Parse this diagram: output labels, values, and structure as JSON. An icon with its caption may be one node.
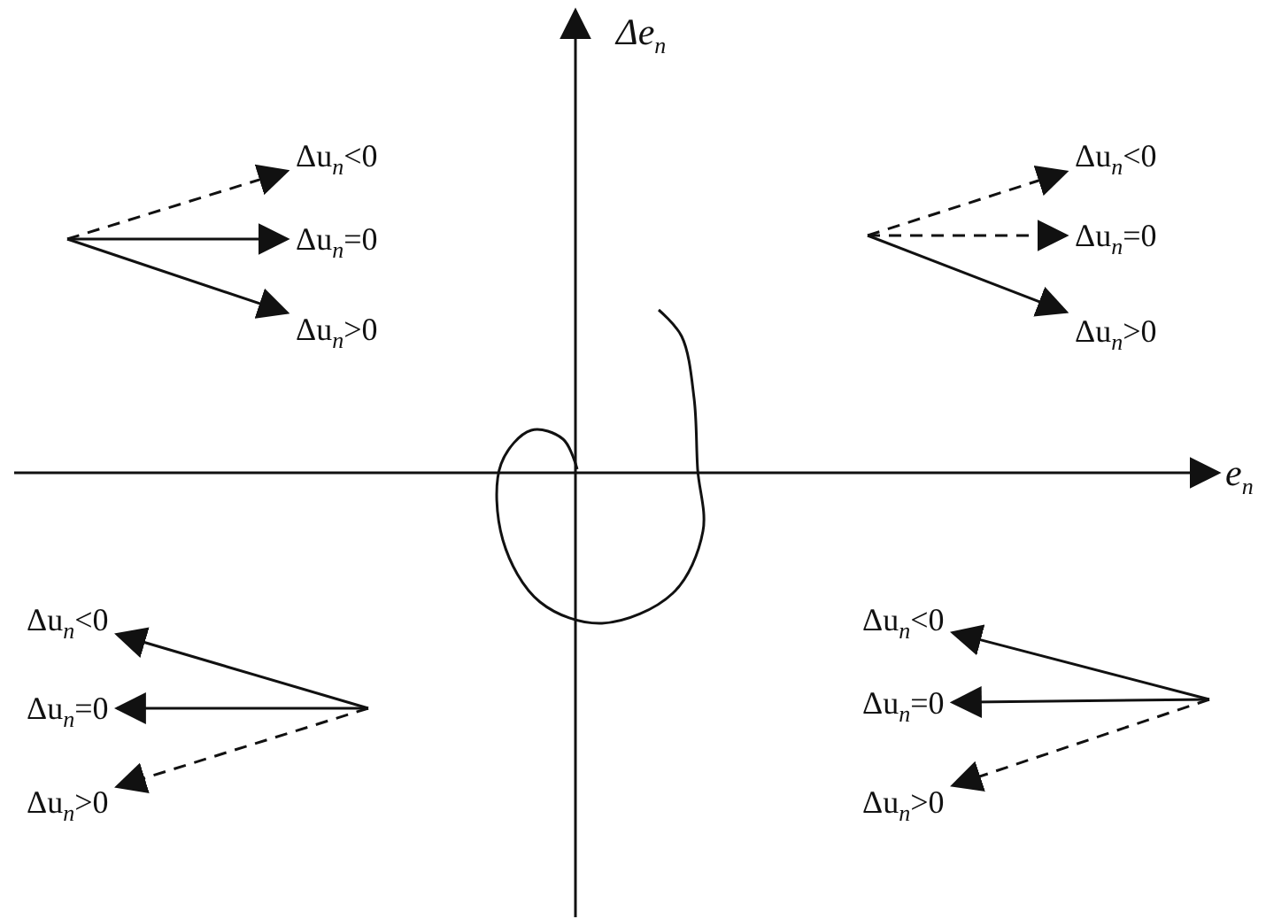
{
  "diagram": {
    "nodes": [
      {
        "text": [
          "Δu$_{n}$<0"
        ]
      },
      {
        "text": [
          "Δu$_{n}$=0"
        ]
      },
      {
        "text": [
          "Δu$_{n}$>0"
        ]
      },
      {
        "text": [
          "Δu$_{n}$<0"
        ]
      },
      {
        "text": [
          "Δu$_{n}$=0"
        ]
      },
      {
        "text": [
          "Δu$_{n}$>0"
        ]
      },
      {
        "text": [
          "Δu$_{n}$<0"
        ]
      },
      {
        "text": [
          "Δu$_{n}$=0"
        ]
      },
      {
        "text": [
          "Δu$_{n}$>0"
        ]
      },
      {
        "text": [
          "Δu$_{n}$<0"
        ]
      },
      {
        "text": [
          "Δu$_{n}$=0"
        ]
      },
      {
        "text": [
          "Δu$_{n}$>0"
        ]
      }
    ],
    "edges": [
      {
        "from": null,
        "to": 0,
        "arrow": "to",
        "style": "dashed"
      },
      {
        "from": null,
        "to": 1,
        "arrow": "to"
      },
      {
        "from": null,
        "to": 2,
        "arrow": "to"
      },
      {
        "from": null,
        "to": 3,
        "arrow": "to",
        "style": "dashed"
      },
      {
        "from": null,
        "to": 4,
        "arrow": "to",
        "style": "dashed"
      },
      {
        "from": null,
        "to": 5,
        "arrow": "to"
      },
      {
        "from": null,
        "to": 6,
        "arrow": "to"
      },
      {
        "from": null,
        "to": 7,
        "arrow": "to"
      },
      {
        "from": null,
        "to": 8,
        "arrow": "to",
        "style": "dashed"
      },
      {
        "from": null,
        "to": 9,
        "arrow": "to"
      },
      {
        "from": null,
        "to": 10,
        "arrow": "to"
      },
      {
        "from": null,
        "to": 11,
        "arrow": "to",
        "style": "dashed"
      }
    ],
    "labels": [
      "Δe$_{n}$",
      "e$_{n}$"
    ]
  }
}
